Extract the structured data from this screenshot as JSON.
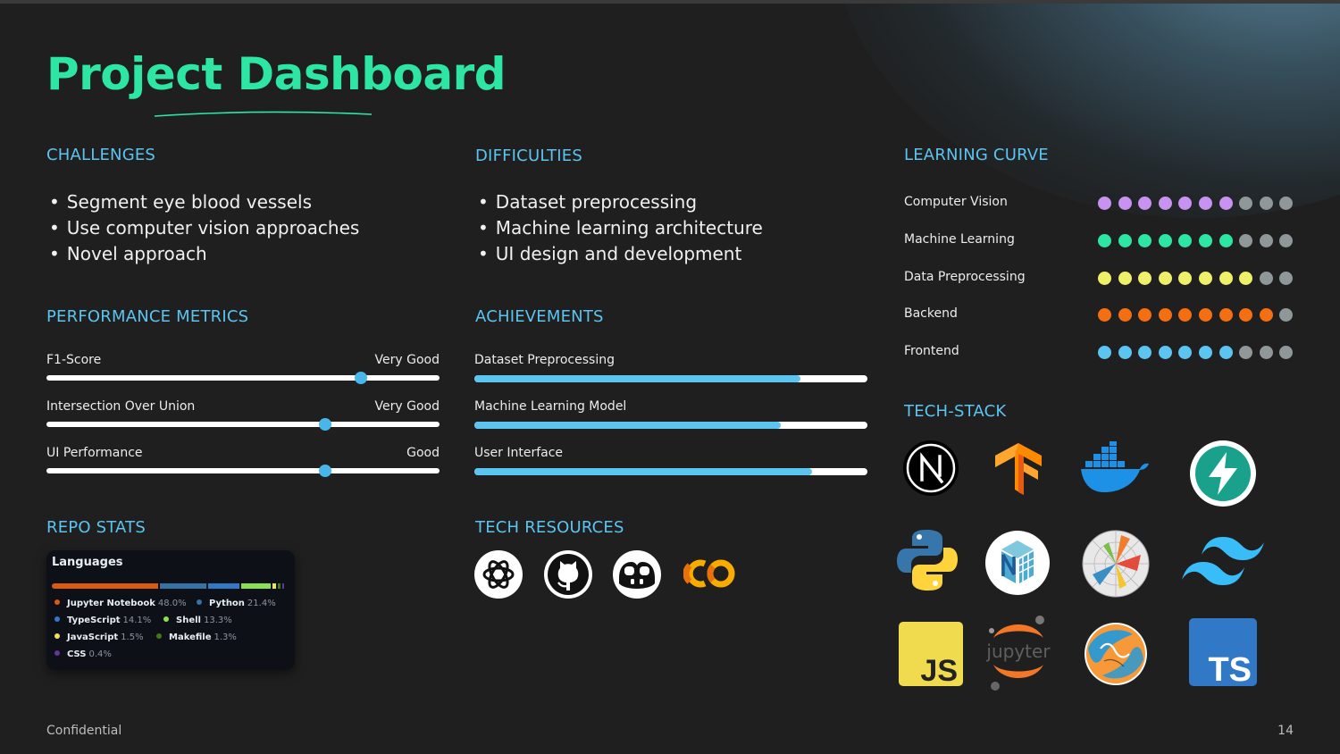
{
  "title": "Project Dashboard",
  "sections": {
    "challenges": {
      "heading": "CHALLENGES",
      "items": [
        "Segment eye blood vessels",
        "Use computer vision approaches",
        "Novel approach"
      ]
    },
    "difficulties": {
      "heading": "DIFFICULTIES",
      "items": [
        "Dataset preprocessing",
        "Machine learning architecture",
        "UI design and development"
      ]
    },
    "learning_curve": {
      "heading": "LEARNING CURVE",
      "rows": [
        {
          "label": "Computer Vision",
          "level": 7,
          "of": 10,
          "color": "#c792f0"
        },
        {
          "label": "Machine Learning",
          "level": 7,
          "of": 10,
          "color": "#2ee6a4"
        },
        {
          "label": "Data Preprocessing",
          "level": 8,
          "of": 10,
          "color": "#eef06a"
        },
        {
          "label": "Backend",
          "level": 9,
          "of": 10,
          "color": "#f46e12"
        },
        {
          "label": "Frontend",
          "level": 7,
          "of": 10,
          "color": "#5cc4f0"
        }
      ],
      "empty_color": "#8f9799"
    },
    "performance": {
      "heading": "PERFORMANCE METRICS",
      "metrics": [
        {
          "label": "F1-Score",
          "rating": "Very Good",
          "value": 0.8
        },
        {
          "label": "Intersection Over Union",
          "rating": "Very Good",
          "value": 0.71
        },
        {
          "label": "UI Performance",
          "rating": "Good",
          "value": 0.71
        }
      ]
    },
    "achievements": {
      "heading": "ACHIEVEMENTS",
      "items": [
        {
          "label": "Dataset Preprocessing",
          "progress": 0.83
        },
        {
          "label": "Machine Learning Model",
          "progress": 0.78
        },
        {
          "label": "User Interface",
          "progress": 0.86
        }
      ]
    },
    "tech_stack": {
      "heading": "TECH-STACK",
      "icons": [
        "nextjs-icon",
        "tensorflow-icon",
        "docker-icon",
        "supabase-icon",
        "python-icon",
        "numpy-icon",
        "matplotlib-icon",
        "tailwind-icon",
        "javascript-icon",
        "jupyter-icon",
        "scikit-learn-icon",
        "typescript-icon"
      ]
    },
    "repo_stats": {
      "heading": "REPO STATS",
      "card_title": "Languages",
      "languages": [
        {
          "name": "Jupyter Notebook",
          "pct": "48.0%",
          "share": 48.0,
          "color": "#DA5B0B"
        },
        {
          "name": "Python",
          "pct": "21.4%",
          "share": 21.4,
          "color": "#3572A5"
        },
        {
          "name": "TypeScript",
          "pct": "14.1%",
          "share": 14.1,
          "color": "#3178C6"
        },
        {
          "name": "Shell",
          "pct": "13.3%",
          "share": 13.3,
          "color": "#89E051"
        },
        {
          "name": "JavaScript",
          "pct": "1.5%",
          "share": 1.5,
          "color": "#F1E05A"
        },
        {
          "name": "Makefile",
          "pct": "1.3%",
          "share": 1.3,
          "color": "#427819"
        },
        {
          "name": "CSS",
          "pct": "0.4%",
          "share": 0.4,
          "color": "#663399"
        }
      ]
    },
    "tech_resources": {
      "heading": "TECH RESOURCES",
      "icons": [
        "openai-icon",
        "github-icon",
        "copilot-icon",
        "colab-icon"
      ]
    }
  },
  "footer": {
    "left": "Confidential",
    "page": "14"
  },
  "colors": {
    "background": "#1f1f1f",
    "title": "#2ee6a4",
    "heading": "#5cc4f0",
    "accent_blue": "#5bc5ef"
  }
}
